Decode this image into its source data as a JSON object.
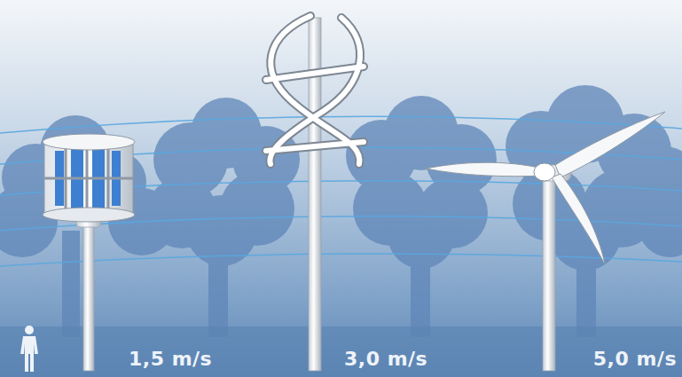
{
  "diagram": {
    "labels": [
      "1,5 m/s",
      "3,0 m/s",
      "5,0 m/s"
    ]
  }
}
